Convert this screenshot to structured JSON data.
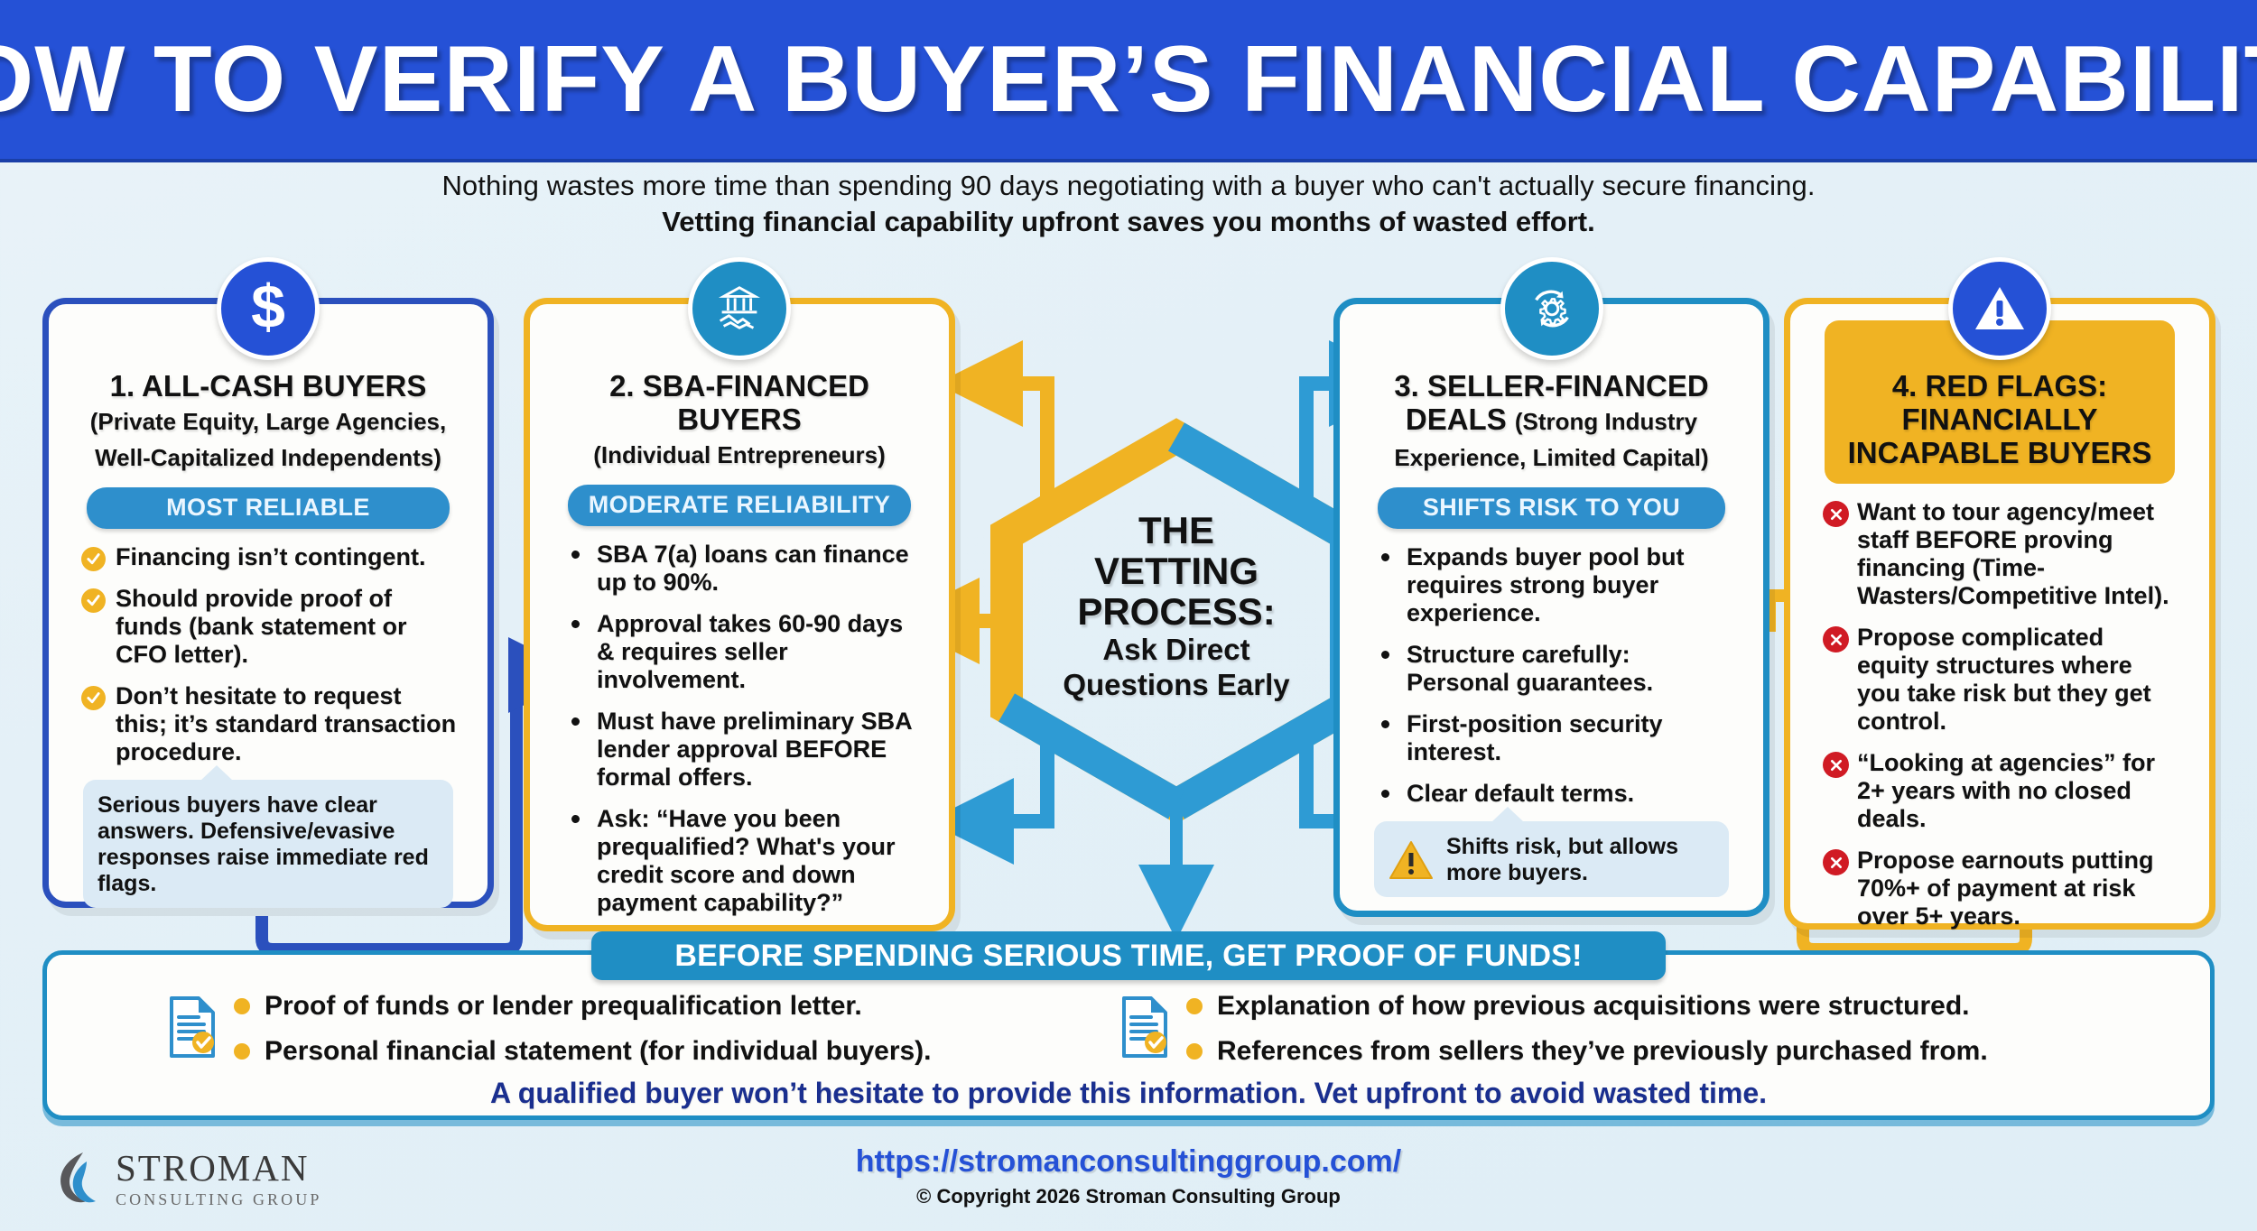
{
  "header": {
    "title": "HOW TO VERIFY A BUYER’S FINANCIAL CAPABILITY"
  },
  "subtitle": {
    "line1": "Nothing wastes more time than spending 90 days negotiating with a buyer who can't actually secure financing.",
    "line2": "Vetting financial capability upfront saves you months of wasted effort."
  },
  "center": {
    "line1": "THE",
    "line2": "VETTING",
    "line3": "PROCESS:",
    "line4": "Ask Direct",
    "line5": "Questions Early"
  },
  "cards": [
    {
      "icon": "dollar-sign-icon",
      "title_main": "1. ALL-CASH BUYERS",
      "title_sub": "(Private Equity, Large Agencies, Well-Capitalized Independents)",
      "pill": "MOST RELIABLE",
      "marker": "check",
      "points": [
        "Financing isn’t contingent.",
        "Should provide proof of funds (bank statement or CFO letter).",
        "Don’t hesitate to request this; it’s standard transaction procedure."
      ],
      "callout": "Serious buyers have clear answers. Defensive/evasive responses raise immediate red flags.",
      "callout_icon": "none",
      "border_color": "#2b50bd"
    },
    {
      "icon": "bank-handshake-icon",
      "title_main": "2. SBA-FINANCED BUYERS",
      "title_sub": "(Individual Entrepreneurs)",
      "pill": "MODERATE RELIABILITY",
      "marker": "bullet",
      "points": [
        "SBA 7(a) loans can finance up to 90%.",
        "Approval takes 60-90 days & requires seller involvement.",
        "Must have preliminary SBA lender approval BEFORE formal offers.",
        "Ask: “Have you been prequalified? What's your credit score and down payment capability?”"
      ],
      "callout": null,
      "callout_icon": "none",
      "border_color": "#f0b323"
    },
    {
      "icon": "process-gear-icon",
      "title_main": "3. SELLER-FINANCED DEALS",
      "title_sub": "(Strong Industry Experience, Limited Capital)",
      "pill": "SHIFTS RISK TO YOU",
      "marker": "bullet",
      "points": [
        "Expands buyer pool but requires strong buyer experience.",
        "Structure carefully: Personal guarantees.",
        "First-position security interest.",
        "Clear default terms."
      ],
      "callout": "Shifts risk, but allows more buyers.",
      "callout_icon": "warning-triangle-icon",
      "border_color": "#1f8ec4"
    },
    {
      "icon": "warning-circle-icon",
      "title_main": "4. RED FLAGS: FINANCIALLY INCAPABLE BUYERS",
      "title_sub": "",
      "pill": null,
      "marker": "cross",
      "points": [
        "Want to tour agency/meet staff BEFORE proving financing (Time-Wasters/Competitive Intel).",
        "Propose complicated equity structures where you take risk but they get control.",
        "“Looking at agencies” for 2+ years with no closed deals.",
        "Propose earnouts putting 70%+ of payment at risk over 5+ years."
      ],
      "callout": null,
      "callout_icon": "none",
      "border_color": "#f0b323"
    }
  ],
  "bottom": {
    "pill": "BEFORE SPENDING SERIOUS TIME, GET PROOF OF FUNDS!",
    "col1_icon": "document-check-icon",
    "col2_icon": "document-check-icon",
    "col1": [
      "Proof of funds or lender prequalification letter.",
      "Personal financial statement (for individual buyers)."
    ],
    "col2": [
      "Explanation of how previous acquisitions were structured.",
      "References from sellers they’ve previously purchased from."
    ],
    "note": "A qualified buyer won’t hesitate to provide this information. Vet upfront to avoid wasted time."
  },
  "footer": {
    "logo_name": "STROMAN",
    "logo_tag": "CONSULTING GROUP",
    "url": "https://stromanconsultinggroup.com/",
    "copyright": "© Copyright 2026 Stroman Consulting Group"
  },
  "colors": {
    "brand_blue": "#2551d6",
    "teal": "#1f8ec4",
    "gold": "#f0b323",
    "red": "#d01b24",
    "card1_border": "#2b50bd"
  }
}
